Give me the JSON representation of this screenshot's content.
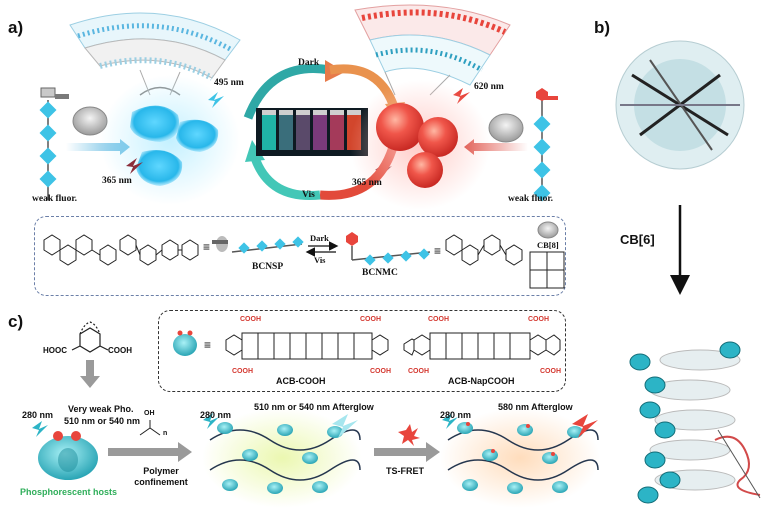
{
  "panels": {
    "a": "a)",
    "b": "b)",
    "c": "c)"
  },
  "panel_a": {
    "dark_label": "Dark",
    "vis_label": "Vis",
    "emission_blue": "495 nm",
    "emission_red": "620 nm",
    "excitation_left": "365 nm",
    "excitation_right": "365 nm",
    "weak_left": "weak fluor.",
    "weak_right": "weak fluor.",
    "scheme": {
      "bcnsp": "BCNSP",
      "bcnmc": "BCNMC",
      "dark": "Dark",
      "vis": "Vis",
      "cb8": "CB[8]",
      "equiv1": "≡",
      "equiv2": "≡"
    }
  },
  "panel_b": {
    "arrow_label": "CB[6]"
  },
  "panel_c": {
    "acb_cooh": "ACB-COOH",
    "acb_napcooh": "ACB-NapCOOH",
    "equiv": "≡",
    "cooh_labels": [
      "COOH",
      "COOH",
      "COOH",
      "COOH",
      "COOH",
      "COOH",
      "COOH",
      "COOH"
    ],
    "left_molecule": {
      "left": "HOOC",
      "right": "COOH"
    },
    "exc1": "280 nm",
    "exc2": "280 nm",
    "exc3": "280 nm",
    "very_weak": "Very weak Pho.",
    "very_weak_wl": "510 nm or 540 nm",
    "phosphorescent_hosts": "Phosphorescent hosts",
    "polymer_confinement": "Polymer confinement",
    "poly_oh": "OH",
    "poly_n": "n",
    "afterglow1": "510 nm or 540 nm Afterglow",
    "tsfret": "TS-FRET",
    "afterglow2": "580 nm Afterglow"
  },
  "colors": {
    "cyan": "#3ec3e6",
    "red": "#e8453c",
    "teal": "#49c3cf",
    "dashed_blue": "#6b7fa8"
  }
}
